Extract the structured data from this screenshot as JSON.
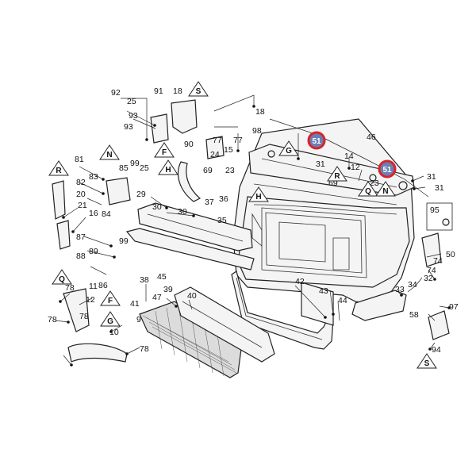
{
  "diagram": {
    "callouts": [
      "92",
      "25",
      "93",
      "93",
      "91",
      "18",
      "18",
      "77",
      "98",
      "15",
      "23",
      "24",
      "69",
      "90",
      "77",
      "46",
      "14",
      "31",
      "31",
      "31",
      "69",
      "23",
      "12",
      "81",
      "82",
      "83",
      "85",
      "99",
      "25",
      "20",
      "21",
      "16",
      "84",
      "29",
      "30",
      "30",
      "35",
      "36",
      "37",
      "87",
      "88",
      "89",
      "99",
      "86",
      "11",
      "78",
      "12",
      "78",
      "78",
      "10",
      "9",
      "78",
      "38",
      "39",
      "40",
      "47",
      "41",
      "45",
      "42",
      "43",
      "44",
      "33",
      "34",
      "32",
      "74",
      "74",
      "50",
      "95",
      "97",
      "58",
      "94"
    ],
    "section_markers": [
      "S",
      "N",
      "F",
      "H",
      "G",
      "R",
      "Q",
      "N",
      "H",
      "R",
      "S",
      "Q",
      "F",
      "G"
    ],
    "highlighted": [
      "51",
      "51"
    ],
    "highlight_color": "#d8232a",
    "highlight_fill": "#6a7fb3"
  }
}
